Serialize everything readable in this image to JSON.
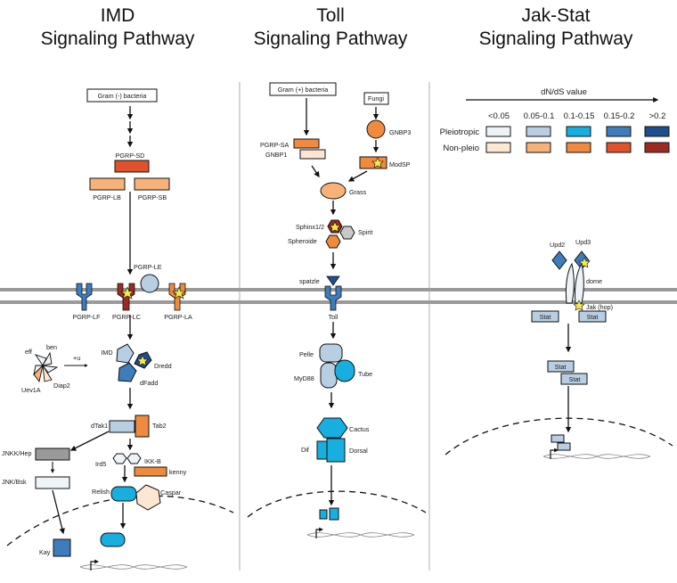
{
  "titles": {
    "imd": [
      "IMD",
      "Signaling Pathway"
    ],
    "toll": [
      "Toll",
      "Signaling Pathway"
    ],
    "jak": [
      "Jak-Stat",
      "Signaling Pathway"
    ]
  },
  "legend": {
    "axis_label": "dN/dS value",
    "bins": [
      "<0.05",
      "0.05-0.1",
      "0.1-0.15",
      "0.15-0.2",
      ">0.2"
    ],
    "rows": [
      {
        "name": "Pleiotropic",
        "colors": [
          "#eef3f8",
          "#b8cfe3",
          "#17aee0",
          "#3f7cbc",
          "#1d4f8f"
        ]
      },
      {
        "name": "Non-pleio",
        "colors": [
          "#fde6d2",
          "#f7b27a",
          "#ef8a3e",
          "#e0522b",
          "#9e2b22"
        ]
      }
    ]
  },
  "imd": {
    "gram_neg": "Gram (-) bacteria",
    "pgrp_sd": "PGRP-SD",
    "pgrp_lb": "PGRP-LB",
    "pgrp_sb": "PGRP-SB",
    "pgrp_le": "PGRP-LE",
    "pgrp_lf": "PGRP-LF",
    "pgrp_lc": "PGRP-LC",
    "pgrp_la": "PGRP-LA",
    "imd": "IMD",
    "dredd": "Dredd",
    "dfadd": "dFadd",
    "eff": "eff",
    "ben": "ben",
    "ub": "+u",
    "diap2": "Diap2",
    "uev1a": "Uev1A",
    "dtak1": "dTak1",
    "tab2": "Tab2",
    "jnkk": "JNKK/Hep",
    "jnk": "JNK/Bsk",
    "ird5": "Ird5",
    "ikkb": "IKK-B",
    "kenny": "kenny",
    "relish": "Relish",
    "caspar": "Caspar",
    "kay": "Kay"
  },
  "toll": {
    "gram_pos": "Gram (+) bacteria",
    "fungi": "Fungi",
    "pgrp_sa": "PGRP-SA",
    "gnbp1": "GNBP1",
    "gnbp3": "GNBP3",
    "modsp": "ModSP",
    "grass": "Grass",
    "sphinx": "Sphinx1/2",
    "spirit": "Spirit",
    "spheroide": "Spheroide",
    "spatzle": "spatzle",
    "toll": "Toll",
    "pelle": "Pelle",
    "tube": "Tube",
    "myd88": "MyD88",
    "cactus": "Cactus",
    "dif": "Dif",
    "dorsal": "Dorsal"
  },
  "jak": {
    "upd2": "Upd2",
    "upd3": "Upd3",
    "dome": "dome",
    "stat": "Stat",
    "jak": "Jak (hop)"
  }
}
